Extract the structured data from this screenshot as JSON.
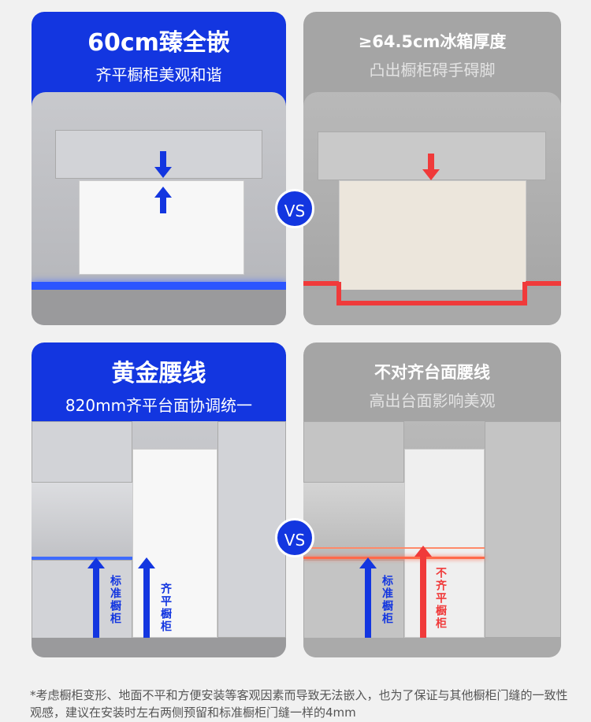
{
  "panels": [
    {
      "title": "60cm臻全嵌",
      "subtitle": "齐平橱柜美观和谐"
    },
    {
      "title": "≥64.5cm冰箱厚度",
      "subtitle": "凸出橱柜碍手碍脚"
    },
    {
      "title": "黄金腰线",
      "subtitle": "820mm齐平台面协调统一"
    },
    {
      "title": "不对齐台面腰线",
      "subtitle": "高出台面影响美观"
    }
  ],
  "vs_label": "VS",
  "labels": {
    "standard": "标准橱柜",
    "flush": "齐平橱柜",
    "not_flush": "不齐平橱柜"
  },
  "colors": {
    "accent": "#1336e0",
    "warning": "#f03a3a"
  },
  "footnote": "*考虑橱柜变形、地面不平和方便安装等客观因素而导致无法嵌入，也为了保证与其他橱柜门缝的一致性观感，建议在安装时左右两侧预留和标准橱柜门缝一样的4mm"
}
